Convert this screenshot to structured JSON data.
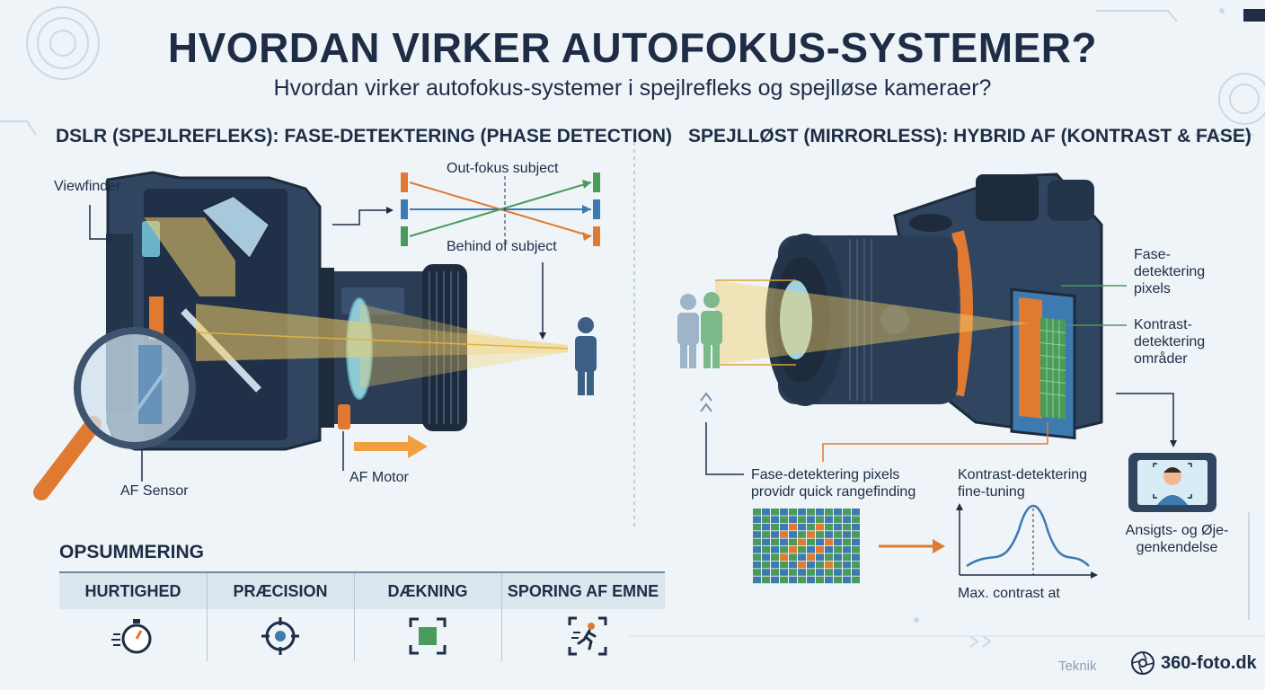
{
  "header": {
    "title": "HVORDAN VIRKER AUTOFOKUS-SYSTEMER?",
    "subtitle": "Hvordan virker autofokus-systemer i spejlrefleks og spejlløse kameraer?"
  },
  "dslr": {
    "heading": "DSLR (SPEJLREFLEKS): FASE-DETEKTERING (PHASE DETECTION)",
    "viewfinder_label": "Viewfinder",
    "af_sensor_label": "AF Sensor",
    "af_motor_label": "AF Motor",
    "out_focus_label": "Out-fokus subject",
    "behind_label": "Behind of subject"
  },
  "mirrorless": {
    "heading": "SPEJLLØST (MIRRORLESS): HYBRID AF (KONTRAST & FASE)",
    "phase_pixels_label": "Fase-\ndetektering\npixels",
    "contrast_areas_label": "Kontrast-\ndetektering\nområder",
    "phase_caption": "Fase-detektering pixels\nprovidr quick rangefinding",
    "contrast_caption": "Kontrast-detektering\nfine-tuning",
    "max_contrast_label": "Max. contrast at",
    "face_label": "Ansigts- og Øje-\ngenkendelse"
  },
  "summary": {
    "title": "OPSUMMERING",
    "columns": [
      {
        "label": "HURTIGHED",
        "icon": "stopwatch-icon"
      },
      {
        "label": "PRÆCISION",
        "icon": "target-icon"
      },
      {
        "label": "DÆKNING",
        "icon": "focus-frame-icon"
      },
      {
        "label": "SPORING AF EMNE",
        "icon": "subject-tracking-icon"
      }
    ]
  },
  "footer": {
    "category": "Teknik",
    "brand": "360-foto.dk"
  },
  "colors": {
    "navy": "#1e2d45",
    "camera_body": "#2f4560",
    "camera_dark": "#1d2b3d",
    "orange": "#e07a30",
    "green": "#4a9a5a",
    "blue": "#3d7ab0",
    "beam": "#f5cf6a"
  }
}
